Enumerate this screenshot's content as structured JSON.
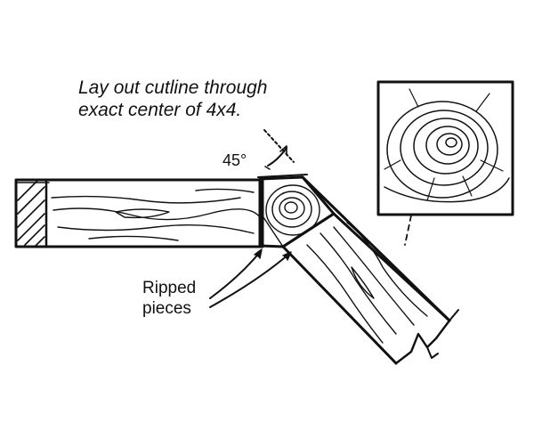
{
  "caption": {
    "line1": "Lay out cutline through",
    "line2": "exact center of 4x4."
  },
  "angle_label": "45°",
  "callout": {
    "line1": "Ripped",
    "line2": "pieces"
  }
}
